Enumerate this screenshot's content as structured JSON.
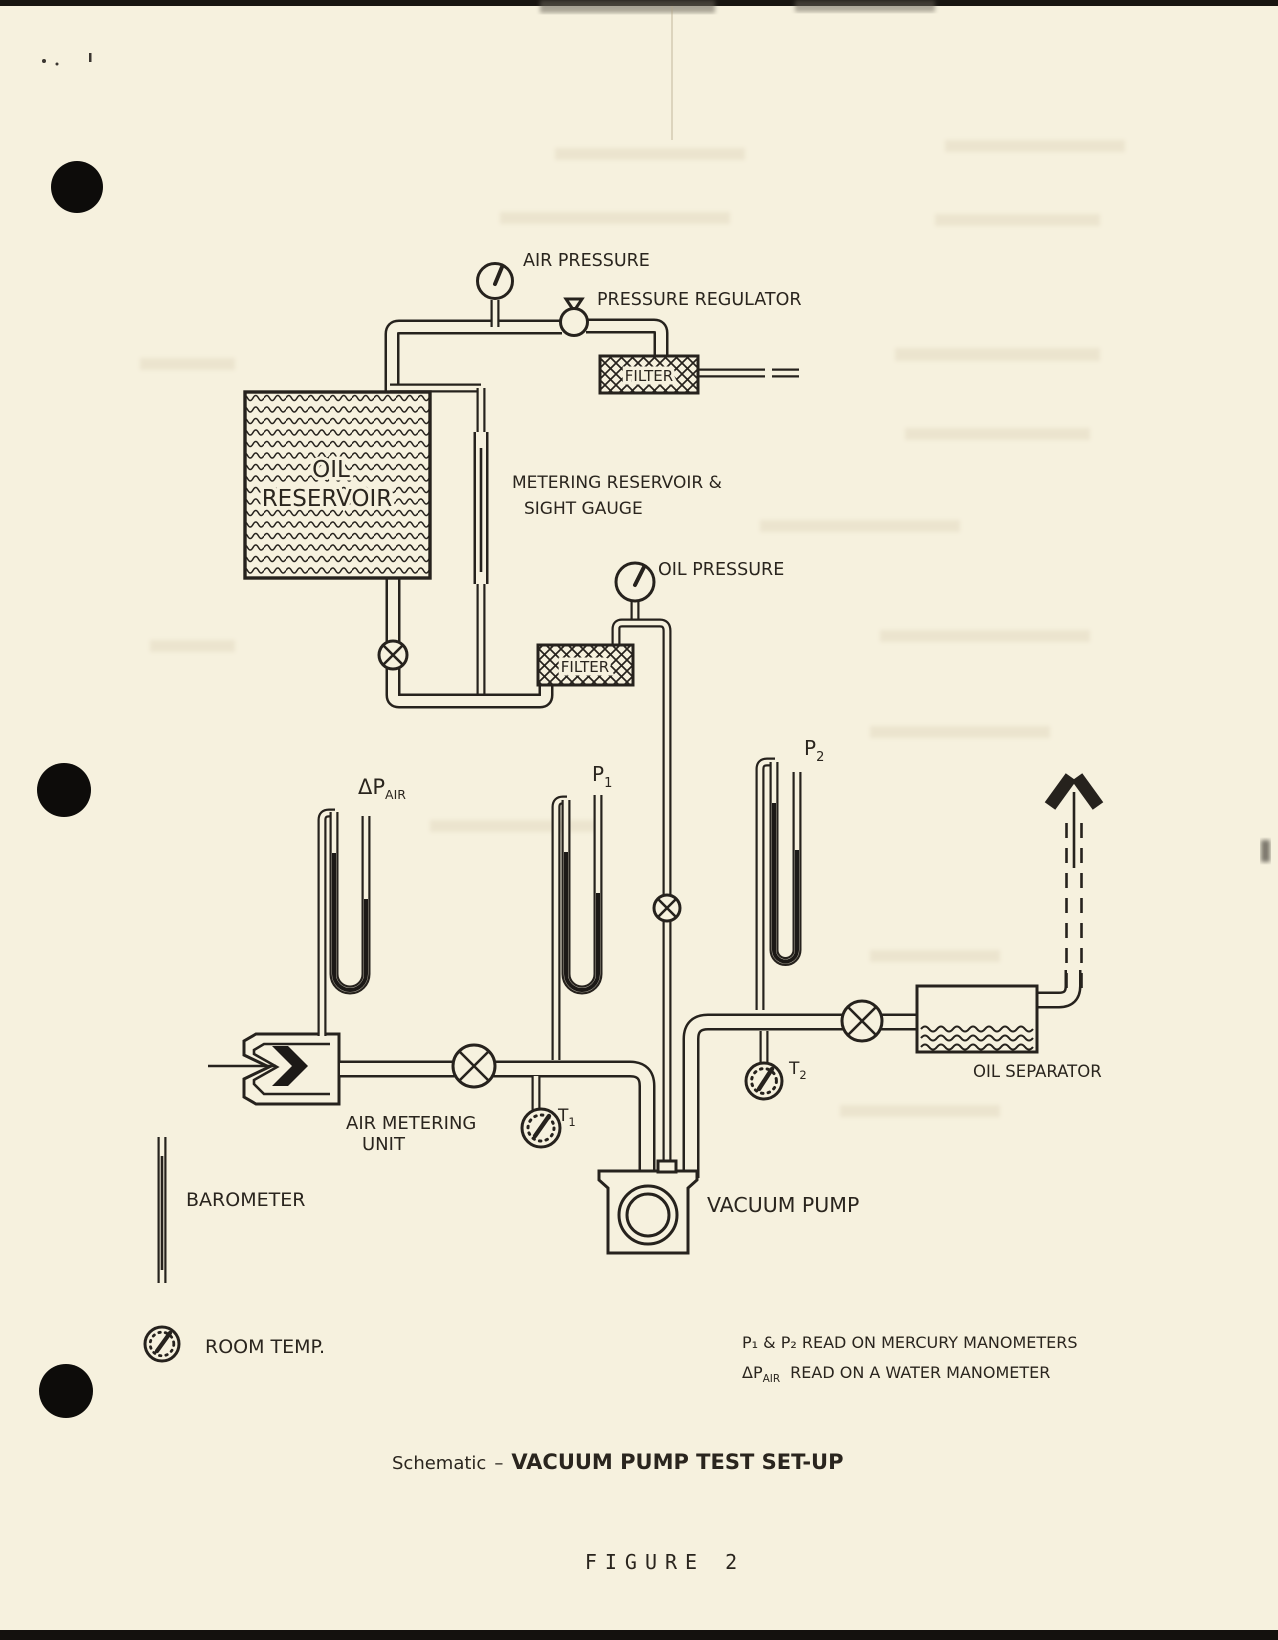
{
  "colors": {
    "paper": "#f6f1de",
    "ink": "#26221d"
  },
  "labels": {
    "air_pressure": "AIR PRESSURE",
    "pressure_regulator": "PRESSURE REGULATOR",
    "filter_air": "FILTER",
    "filter_oil": "FILTER",
    "oil_reservoir": {
      "l1": "OIL",
      "l2": "RESERVOIR"
    },
    "metering": {
      "l1": "METERING RESERVOIR &",
      "l2": "SIGHT GAUGE"
    },
    "oil_pressure": "OIL PRESSURE",
    "manometers": {
      "dp_air": {
        "main": "ΔP",
        "sub": "AIR"
      },
      "p1": {
        "main": "P",
        "sub": "1"
      },
      "p2": {
        "main": "P",
        "sub": "2"
      }
    },
    "temps": {
      "t1": {
        "main": "T",
        "sub": "1"
      },
      "t2": {
        "main": "T",
        "sub": "2"
      }
    },
    "air_metering": {
      "l1": "AIR METERING",
      "l2": "UNIT"
    },
    "vacuum_pump": "VACUUM PUMP",
    "oil_separator": "OIL SEPARATOR",
    "barometer": "BAROMETER",
    "room_temp": "ROOM TEMP."
  },
  "notes": {
    "note1": "P₁ & P₂ READ ON MERCURY MANOMETERS",
    "note2": {
      "main": "ΔP",
      "sub": "AIR",
      "rest": "READ ON A WATER MANOMETER"
    }
  },
  "caption": {
    "prefix": "Schematic",
    "separator": "–",
    "title": "VACUUM PUMP TEST SET-UP"
  },
  "figure_label": "FIGURE 2"
}
